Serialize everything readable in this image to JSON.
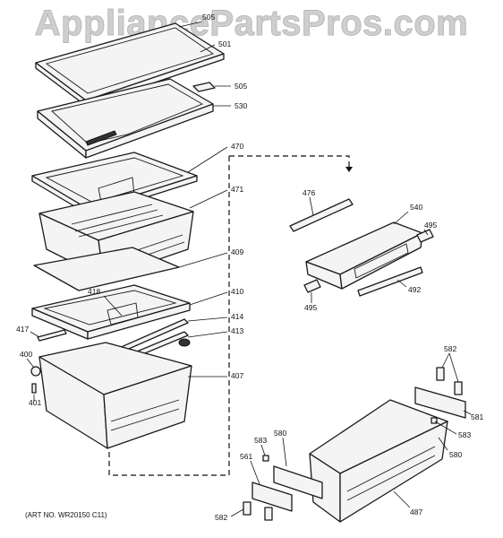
{
  "watermark": "AppliancePartsPros.com",
  "art_number": "(ART NO. WR20150 C11)",
  "callouts": {
    "c505_top": "505",
    "c501": "501",
    "c505_clip": "505",
    "c530": "530",
    "c470": "470",
    "c471": "471",
    "c409": "409",
    "c418": "418",
    "c410": "410",
    "c414": "414",
    "c413": "413",
    "c417": "417",
    "c400": "400",
    "c401": "401",
    "c407": "407",
    "c476": "476",
    "c540": "540",
    "c495_r": "495",
    "c492": "492",
    "c495_l": "495",
    "c582_top": "582",
    "c581": "581",
    "c583_r": "583",
    "c580_r": "580",
    "c580_l": "580",
    "c583_l": "583",
    "c561": "561",
    "c487": "487",
    "c582_bot": "582"
  }
}
